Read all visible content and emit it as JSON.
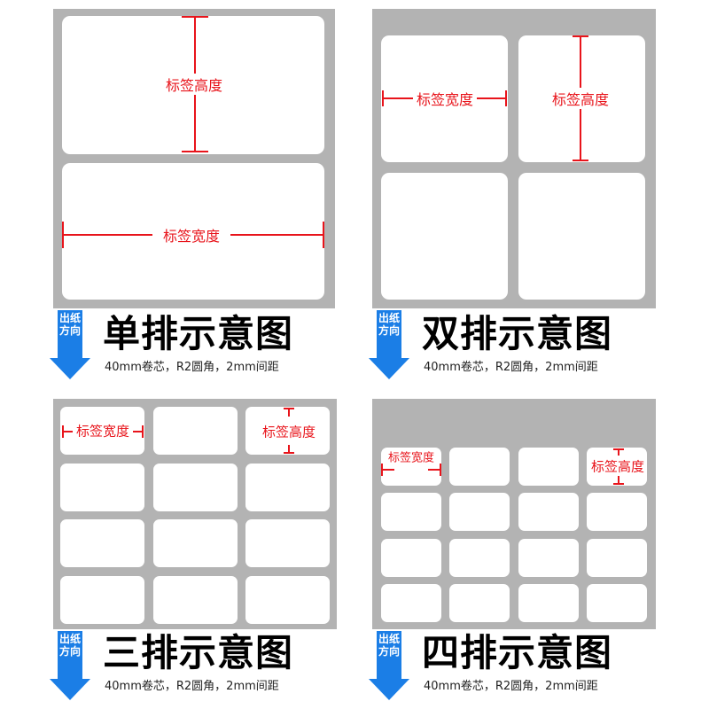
{
  "labels": {
    "height": "标签高度",
    "width": "标签宽度"
  },
  "arrow_text": "出纸方向",
  "spec": "40mm卷芯，R2圆角，2mm间距",
  "panels": [
    {
      "title": "单排示意图"
    },
    {
      "title": "双排示意图"
    },
    {
      "title": "三排示意图"
    },
    {
      "title": "四排示意图"
    }
  ],
  "colors": {
    "accent": "#e8141b",
    "arrow": "#1b7ee6",
    "backing": "#b3b3b3"
  }
}
